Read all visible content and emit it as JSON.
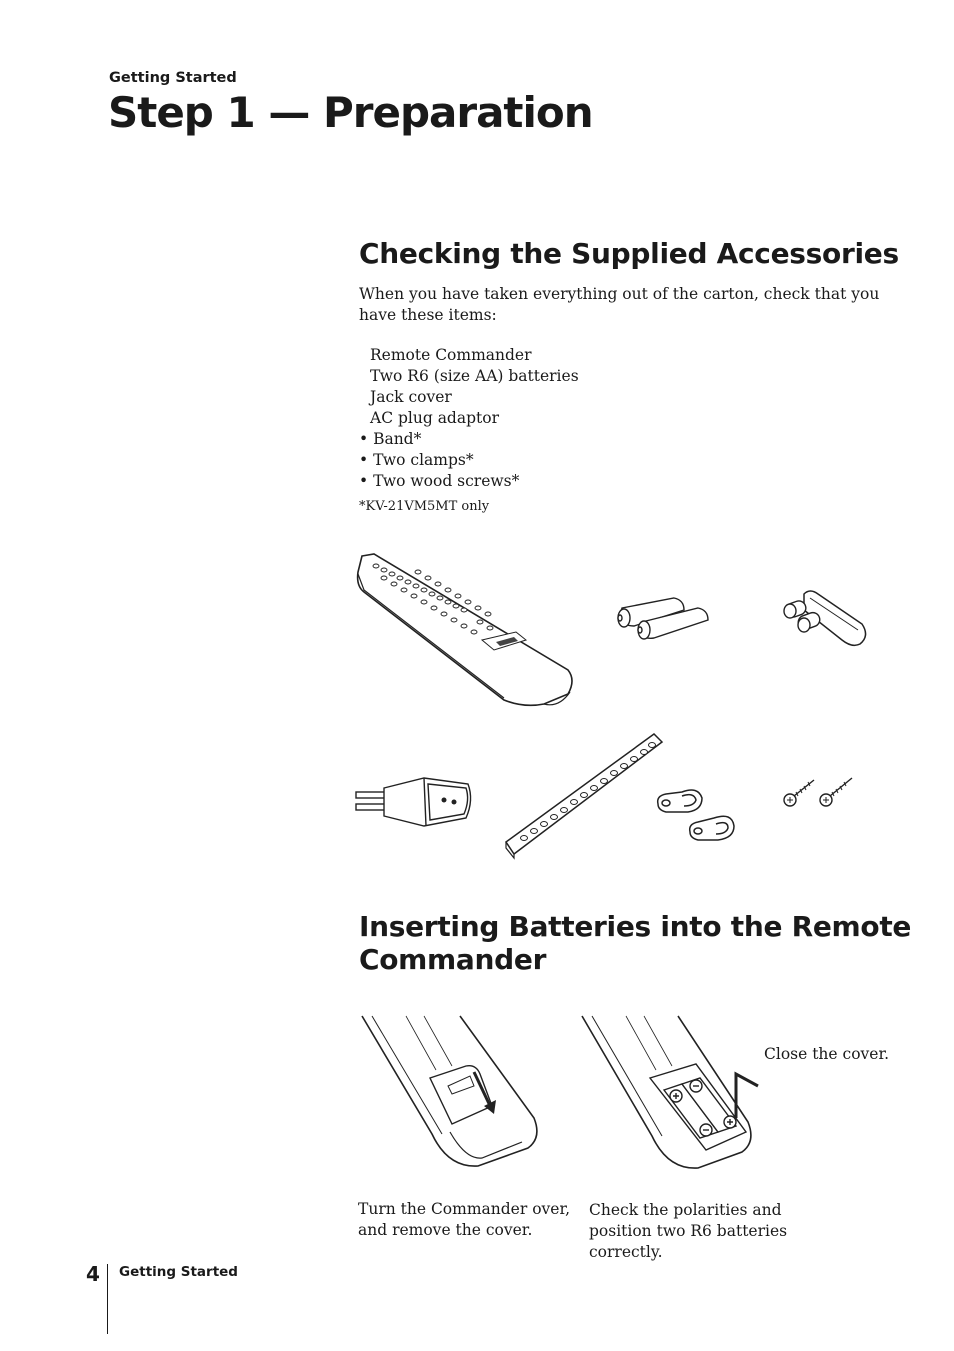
{
  "header": {
    "section": "Getting Started",
    "title": "Step 1 — Preparation"
  },
  "accessories": {
    "heading": "Checking the Supplied Accessories",
    "intro": "When you have taken everything out of the carton, check that you have these items:",
    "items": [
      "Remote Commander",
      "Two R6 (size AA) batteries",
      "Jack cover",
      "AC plug adaptor",
      "• Band*",
      "• Two clamps*",
      "• Two wood screws*"
    ],
    "footnote": "*KV-21VM5MT only",
    "illustration_icons": [
      "remote-commander-icon",
      "batteries-icon",
      "jack-cover-icon",
      "ac-plug-adaptor-icon",
      "band-icon",
      "clamps-icon",
      "wood-screws-icon"
    ]
  },
  "batteries": {
    "heading": "Inserting Batteries into the Remote Commander",
    "captions": [
      "Turn the Commander over, and remove the cover.",
      "Check the polarities and position two R6 batteries correctly.",
      "Close the cover."
    ]
  },
  "footer": {
    "page_number": "4",
    "section": "Getting Started"
  }
}
